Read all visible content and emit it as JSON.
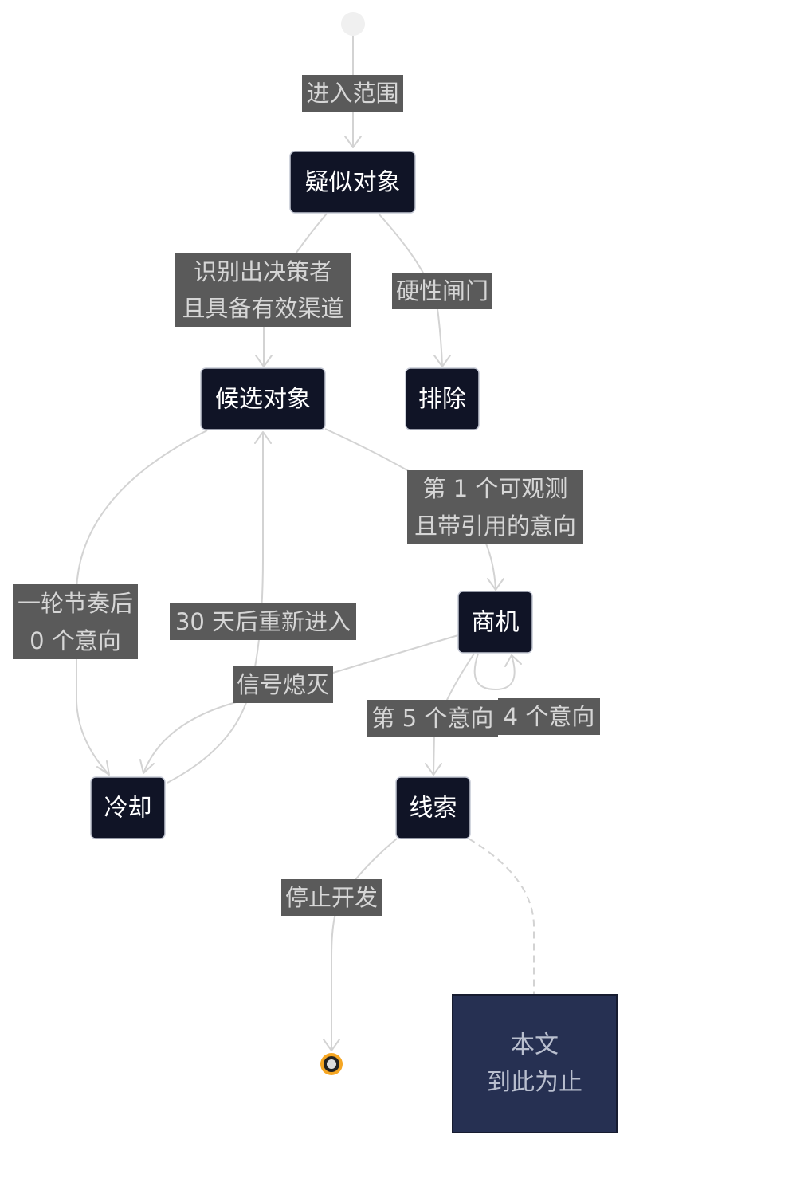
{
  "states": {
    "suspected": "疑似对象",
    "candidate": "候选对象",
    "excluded": "排除",
    "opportunity": "商机",
    "cooldown": "冷却",
    "lead": "线索"
  },
  "transitions": {
    "enter_scope": "进入范围",
    "decision_maker": [
      "识别出决策者",
      "且具备有效渠道"
    ],
    "hard_gate": "硬性闸门",
    "first_signal": [
      "第 1 个可观测",
      "且带引用的意向"
    ],
    "cadence_zero": [
      "一轮节奏后",
      "0 个意向"
    ],
    "reenter_30": "30 天后重新进入",
    "signal_dead": "信号熄灭",
    "fifth_signal": "第 5 个意向",
    "four_signals": "4 个意向",
    "stop_dev": "停止开发"
  },
  "note": {
    "lines": [
      "本文",
      "到此为止"
    ]
  },
  "colors": {
    "state_fill": "#101426",
    "state_border": "#c4c8d4",
    "edge": "#d3d3d3",
    "label_bg": "#5a5a5a",
    "label_text": "#d6d6d6",
    "note_fill": "#263052",
    "start_dot": "#f0f0f0",
    "end_ring": "#f5a623"
  }
}
